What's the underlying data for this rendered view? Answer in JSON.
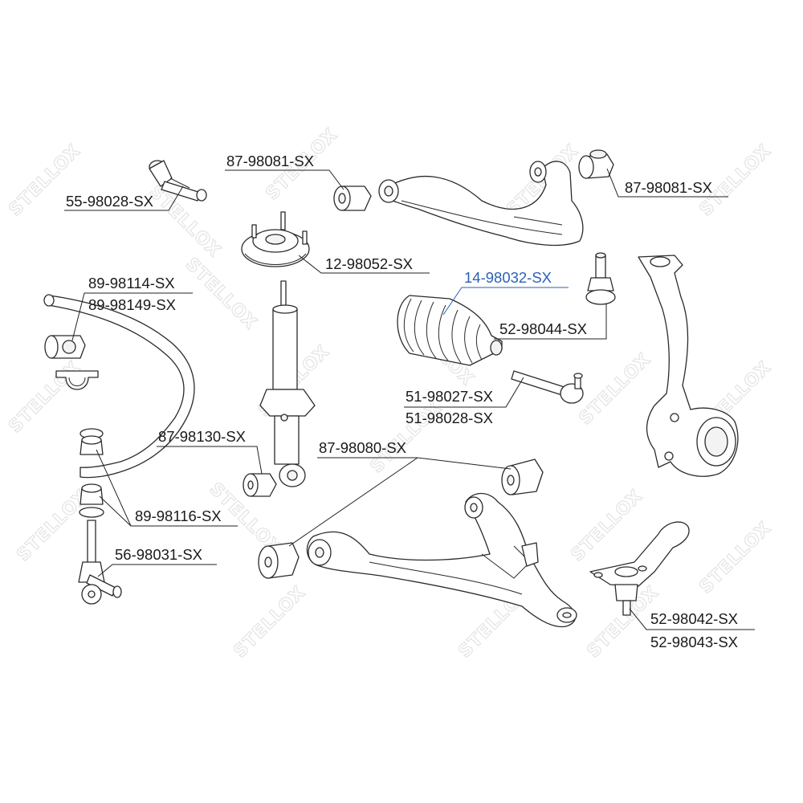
{
  "brand": {
    "watermark_text": "STELLOX"
  },
  "labels": [
    {
      "id": "l1",
      "text": "87-98081-SX",
      "highlight": false
    },
    {
      "id": "l2",
      "text": "55-98028-SX",
      "highlight": false
    },
    {
      "id": "l3",
      "text": "87-98081-SX",
      "highlight": false
    },
    {
      "id": "l4",
      "text": "12-98052-SX",
      "highlight": false
    },
    {
      "id": "l5",
      "text": "14-98032-SX",
      "highlight": true
    },
    {
      "id": "l6",
      "text": "89-98114-SX",
      "highlight": false
    },
    {
      "id": "l7",
      "text": "89-98149-SX",
      "highlight": false
    },
    {
      "id": "l8",
      "text": "52-98044-SX",
      "highlight": false
    },
    {
      "id": "l9",
      "text": "51-98027-SX",
      "highlight": false
    },
    {
      "id": "l10",
      "text": "51-98028-SX",
      "highlight": false
    },
    {
      "id": "l11",
      "text": "87-98130-SX",
      "highlight": false
    },
    {
      "id": "l12",
      "text": "87-98080-SX",
      "highlight": false
    },
    {
      "id": "l13",
      "text": "89-98116-SX",
      "highlight": false
    },
    {
      "id": "l14",
      "text": "56-98031-SX",
      "highlight": false
    },
    {
      "id": "l15",
      "text": "52-98042-SX",
      "highlight": false
    },
    {
      "id": "l16",
      "text": "52-98043-SX",
      "highlight": false
    }
  ],
  "colors": {
    "highlight": "#2b62b6",
    "line": "#222222",
    "watermark": "#e4e4e4"
  }
}
